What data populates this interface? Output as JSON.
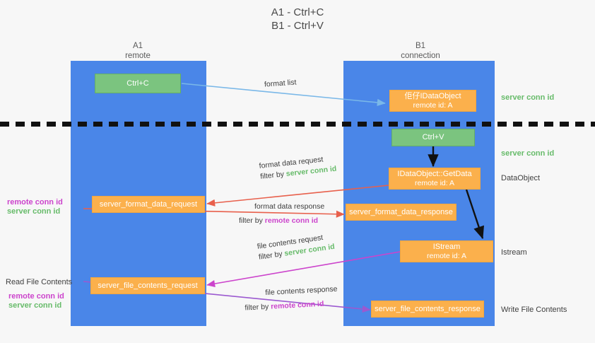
{
  "title": {
    "line1": "A1 - Ctrl+C",
    "line2": "B1 - Ctrl+V"
  },
  "columns": [
    {
      "name": "A1",
      "sub": "remote"
    },
    {
      "name": "B1",
      "sub": "connection"
    }
  ],
  "boxes": {
    "ctrl_c": "Ctrl+C",
    "ctrl_v": "Ctrl+V",
    "idataobject": {
      "line1": "佢仔IDataObject",
      "line2": "remote id: A"
    },
    "getdata": {
      "line1": "IDataObject::GetData",
      "line2": "remote id: A"
    },
    "istream": {
      "line1": "IStream",
      "line2": "remote id: A"
    },
    "format_data_request": "server_format_data_request",
    "format_data_response": "server_format_data_response",
    "file_contents_request": "server_file_contents_request",
    "file_contents_response": "server_file_contents_response"
  },
  "right_labels": {
    "server_conn_id_top": "server conn id",
    "server_conn_id_second": "server conn id",
    "dataobject": "DataObject",
    "istream": "Istream",
    "write_file_contents": "Write File Contents"
  },
  "left_labels": {
    "remote_conn_id_1": "remote conn id",
    "server_conn_id_1": "server conn id",
    "read_file_contents": "Read File Contents",
    "remote_conn_id_2": "remote conn id",
    "server_conn_id_2": "server conn id"
  },
  "annotations": {
    "format_list": "format list",
    "format_data_request": "format data request",
    "format_data_request_filter_prefix": "filter by ",
    "format_data_request_filter_value": "server conn id",
    "format_data_response": "format data response",
    "format_data_response_filter_prefix": "filter by ",
    "format_data_response_filter_value": "remote conn id",
    "file_contents_request": "file contents request",
    "file_contents_request_filter_prefix": "filter by ",
    "file_contents_request_filter_value": "server conn id",
    "file_contents_response": "file contents response",
    "file_contents_response_filter_prefix": "filter by ",
    "file_contents_response_filter_value": "remote conn id"
  },
  "colors": {
    "lane": "#4a86e8",
    "green_box": "#7bc47f",
    "orange_box": "#fbb04c",
    "green_text": "#67bb6a",
    "magenta_text": "#cc44cc",
    "arrow_blue": "#7ab8e8",
    "arrow_red": "#e8604c",
    "arrow_magenta": "#cc44cc",
    "arrow_purple": "#9b59d0",
    "arrow_black": "#111111",
    "background": "#f7f7f7"
  }
}
